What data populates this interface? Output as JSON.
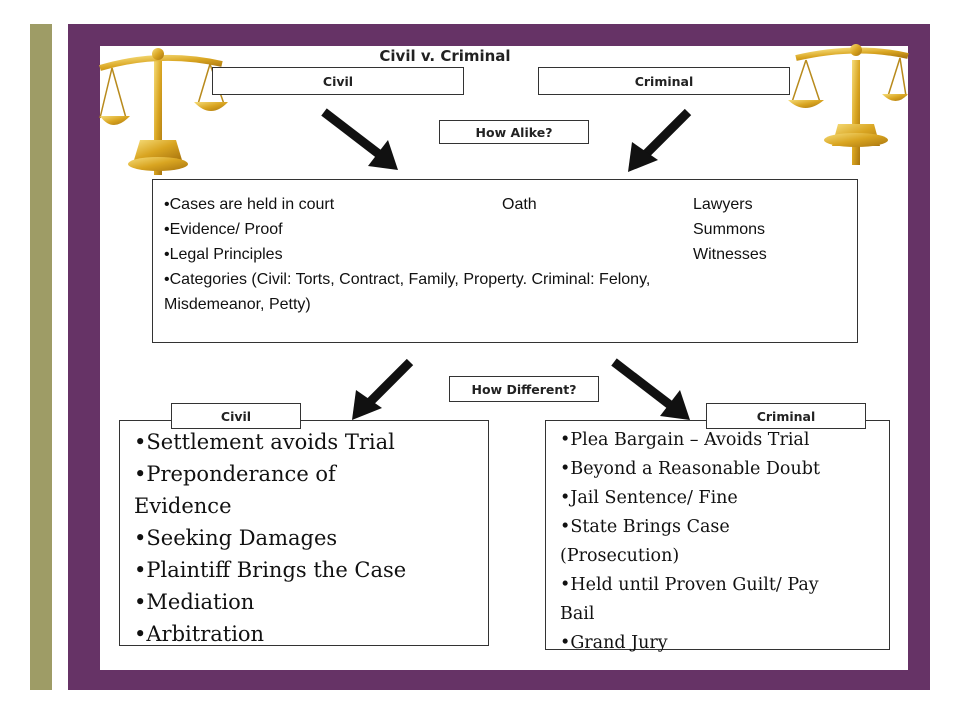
{
  "title": "Civil v. Criminal",
  "top_labels": {
    "civil": "Civil",
    "criminal": "Criminal"
  },
  "how_alike": "How Alike?",
  "how_different": "How Different?",
  "alike": {
    "col1": [
      "Cases are held in court",
      "Evidence/ Proof",
      "Legal Principles"
    ],
    "col2": [
      "Oath"
    ],
    "col3": [
      "Lawyers",
      "Summons",
      "Witnesses"
    ],
    "categories_line1": "Categories (Civil: Torts, Contract, Family, Property.  Criminal: Felony,",
    "categories_line2": "Misdemeanor, Petty)"
  },
  "civil_box": {
    "label": "Civil",
    "items": [
      "Settlement avoids Trial",
      "Preponderance of",
      "Evidence",
      "Seeking Damages",
      "Plaintiff Brings the Case",
      "Mediation",
      "Arbitration"
    ]
  },
  "criminal_box": {
    "label": "Criminal",
    "items": [
      "Plea Bargain – Avoids Trial",
      "Beyond a Reasonable Doubt",
      "Jail Sentence/ Fine",
      "State Brings Case",
      "(Prosecution)",
      "Held until Proven Guilt/ Pay",
      "Bail",
      "Grand Jury"
    ]
  },
  "colors": {
    "frame": "#663366",
    "side_bar": "#9e9c66",
    "gold": "#d9a521"
  }
}
